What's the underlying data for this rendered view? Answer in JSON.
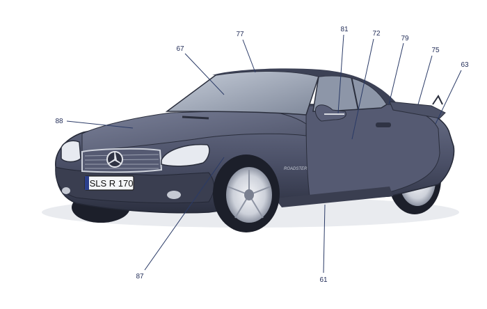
{
  "diagram": {
    "plate_text": "SLS R 170",
    "badge_text": "ROADSTER",
    "colors": {
      "leader": "#2a3a66",
      "label": "#1f2a55",
      "body": "#4a4f66",
      "body_dark": "#2f3344",
      "glass": "#9aa3b3",
      "chrome": "#d8dbe2"
    },
    "callouts": [
      {
        "id": "77",
        "label": "77"
      },
      {
        "id": "67",
        "label": "67"
      },
      {
        "id": "81",
        "label": "81"
      },
      {
        "id": "72",
        "label": "72"
      },
      {
        "id": "79",
        "label": "79"
      },
      {
        "id": "75",
        "label": "75"
      },
      {
        "id": "63",
        "label": "63"
      },
      {
        "id": "88",
        "label": "88"
      },
      {
        "id": "87",
        "label": "87"
      },
      {
        "id": "61",
        "label": "61"
      }
    ]
  }
}
